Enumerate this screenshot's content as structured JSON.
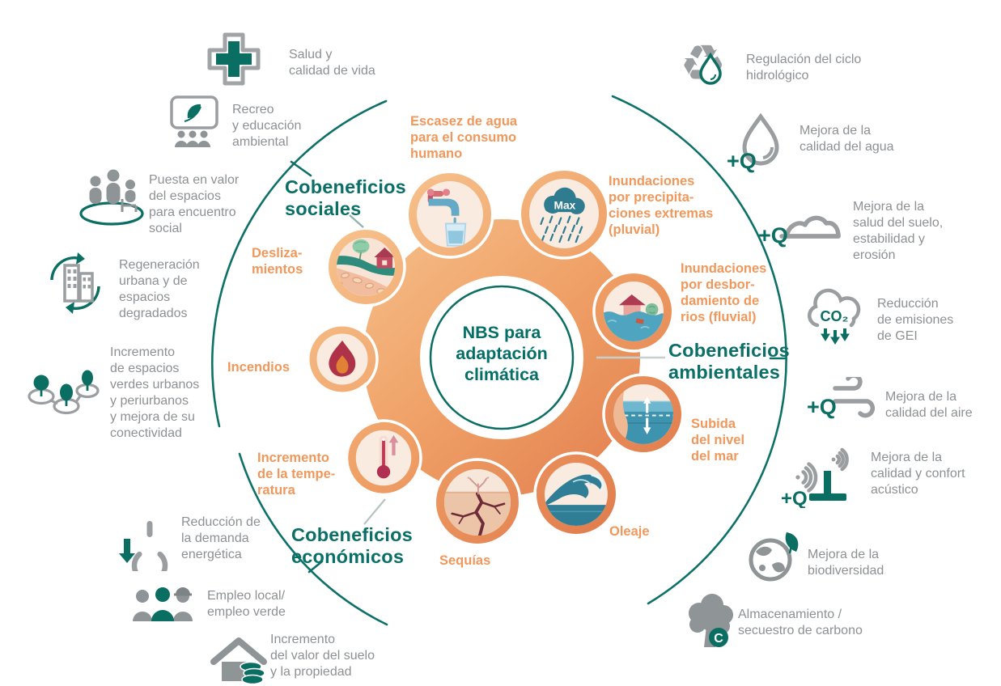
{
  "center": {
    "title": "NBS para\nadaptación\nclimática"
  },
  "categories": {
    "social": "Cobeneficios\nsociales",
    "environmental": "Cobeneficios\nambientales",
    "economic": "Cobeneficios\neconómicos"
  },
  "hazards": [
    {
      "id": "water-scarcity",
      "label": "Escasez de agua\npara el consumo\nhumano"
    },
    {
      "id": "pluvial-flood",
      "label": "Inundaciones\npor precipita-\nciones extremas\n(pluvial)"
    },
    {
      "id": "fluvial-flood",
      "label": "Inundaciones\npor desbor-\ndamiento de\nrios (fluvial)"
    },
    {
      "id": "sea-level-rise",
      "label": "Subida\ndel nivel\ndel mar"
    },
    {
      "id": "waves",
      "label": "Oleaje"
    },
    {
      "id": "droughts",
      "label": "Sequías"
    },
    {
      "id": "temperature-increase",
      "label": "Incremento\nde la tempe-\nratura"
    },
    {
      "id": "wildfires",
      "label": "Incendios"
    },
    {
      "id": "landslides",
      "label": "Desliza-\nmientos"
    }
  ],
  "benefits": {
    "social": [
      {
        "icon": "health-cross",
        "label": "Salud y\ncalidad de vida"
      },
      {
        "icon": "environmental-education",
        "label": "Recreo\ny educación\nambiental"
      },
      {
        "icon": "social-gathering",
        "label": "Puesta en valor\ndel espacios\npara encuentro\nsocial"
      },
      {
        "icon": "urban-regeneration",
        "label": "Regeneración\nurbana y de\nespacios\ndegradados"
      },
      {
        "icon": "green-spaces",
        "label": "Incremento\nde espacios\nverdes urbanos\ny periurbanos\ny mejora de su\nconectividad"
      }
    ],
    "economic": [
      {
        "icon": "energy-demand",
        "label": "Reducción de\nla demanda\nenergética"
      },
      {
        "icon": "employment",
        "label": "Empleo local/\nempleo verde"
      },
      {
        "icon": "property-value",
        "label": "Incremento\ndel valor del suelo\ny la propiedad"
      }
    ],
    "environmental": [
      {
        "icon": "hydrological-cycle",
        "label": "Regulación del ciclo\nhidrológico"
      },
      {
        "icon": "water-quality",
        "label": "Mejora de la\ncalidad del agua"
      },
      {
        "icon": "soil-health",
        "label": "Mejora de la\nsalud del suelo,\nestabilidad y\nerosión"
      },
      {
        "icon": "ghg-reduction",
        "label": "Reducción\nde emisiones\nde GEI"
      },
      {
        "icon": "air-quality",
        "label": "Mejora de la\ncalidad del aire"
      },
      {
        "icon": "acoustic-comfort",
        "label": "Mejora de la\ncalidad y confort\nacústico"
      },
      {
        "icon": "biodiversity",
        "label": "Mejora de la\nbiodiversidad"
      },
      {
        "icon": "carbon-storage",
        "label": "Almacenamiento /\nsecuestro de carbono"
      }
    ]
  },
  "badges": {
    "max": "Max",
    "plus_q": "+Q",
    "co2": "CO₂",
    "carbon_c": "C"
  },
  "colors": {
    "teal": "#0B6E63",
    "orange_text": "#F0985C",
    "gray_icon": "#8F9496",
    "ring_light": "#F9CE9B",
    "ring_dark": "#DC6F44",
    "circle_fill": "#FAEBE0"
  }
}
